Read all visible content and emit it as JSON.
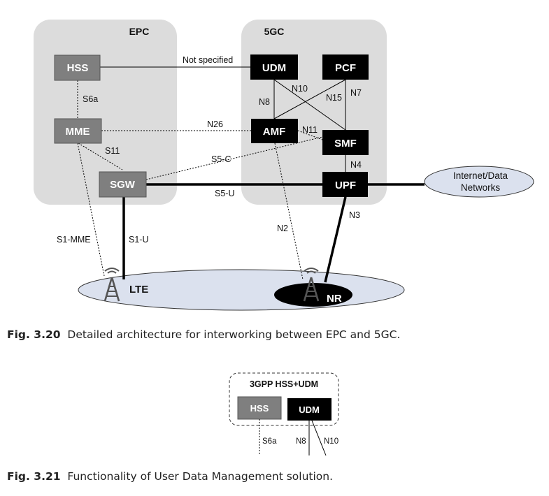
{
  "figure1": {
    "groups": {
      "epc": "EPC",
      "fivegc": "5GC"
    },
    "nodes": {
      "hss": "HSS",
      "mme": "MME",
      "sgw": "SGW",
      "udm": "UDM",
      "pcf": "PCF",
      "amf": "AMF",
      "smf": "SMF",
      "upf": "UPF"
    },
    "external": {
      "line1": "Internet/Data",
      "line2": "Networks"
    },
    "ran": {
      "lte": "LTE",
      "nr": "NR"
    },
    "interfaces": {
      "not_specified": "Not specified",
      "s6a": "S6a",
      "n26": "N26",
      "s11": "S11",
      "s5c": "S5-C",
      "s5u": "S5-U",
      "n8": "N8",
      "n10": "N10",
      "n15": "N15",
      "n7": "N7",
      "n11": "N11",
      "n4": "N4",
      "n2": "N2",
      "n3": "N3",
      "s1mme": "S1-MME",
      "s1u": "S1-U"
    },
    "caption": {
      "number": "Fig. 3.20",
      "text": "Detailed architecture for interworking between EPC and 5GC."
    }
  },
  "figure2": {
    "title": "3GPP HSS+UDM",
    "nodes": {
      "hss": "HSS",
      "udm": "UDM"
    },
    "interfaces": {
      "s6a": "S6a",
      "n8": "N8",
      "n10": "N10"
    },
    "caption": {
      "number": "Fig. 3.21",
      "text": "Functionality of User Data Management solution."
    }
  },
  "colors": {
    "group_bg": "#dcdcdc",
    "epc_node": "#7f7f7f",
    "fivegc_node": "#000000",
    "ellipse_fill": "#dbe1ee",
    "line": "#000000"
  }
}
